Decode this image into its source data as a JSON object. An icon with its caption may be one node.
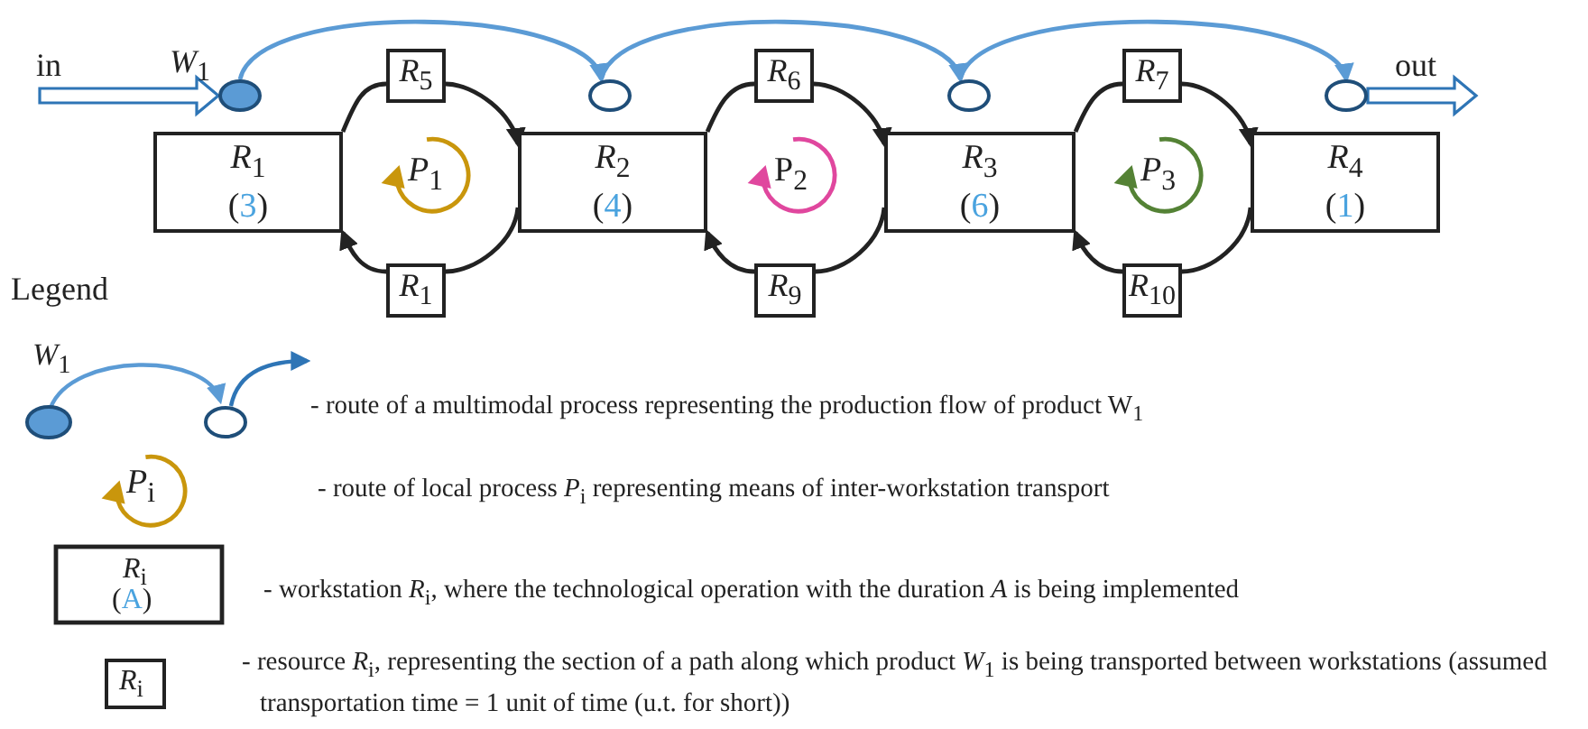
{
  "diagram": {
    "nodes": [
      {
        "text": [],
        "shape": "circle",
        "beside": [
          "*W*$_{1}$"
        ]
      },
      {
        "text": [
          "*R*$_{5}$"
        ]
      },
      {
        "text": [],
        "shape": "circle"
      },
      {
        "text": [
          "*R*$_{6}$"
        ]
      },
      {
        "text": [],
        "shape": "circle"
      },
      {
        "text": [
          "*R*$_{7}$"
        ]
      },
      {
        "text": [],
        "shape": "circle"
      },
      {
        "text": [
          "*R*$_{1}$",
          "(3)"
        ]
      },
      {
        "text": [
          "*R*$_{2}$",
          "(4)"
        ]
      },
      {
        "text": [
          "*R*$_{3}$",
          "(6)"
        ]
      },
      {
        "text": [
          "*R*$_{4}$",
          "(1)"
        ]
      },
      {
        "text": [
          "*R*$_{1}$"
        ]
      },
      {
        "text": [
          "*R*$_{9}$"
        ]
      },
      {
        "text": [
          "*R*$_{10}$"
        ]
      }
    ],
    "edges": [
      {
        "from": 0,
        "to": 2,
        "arrow": "to",
        "color": "#5b9bd5"
      },
      {
        "from": 2,
        "to": 4,
        "arrow": "to",
        "color": "#5b9bd5"
      },
      {
        "from": 4,
        "to": 6,
        "arrow": "to",
        "color": "#5b9bd5"
      },
      {
        "from": 7,
        "to": 1,
        "arrow": "none"
      },
      {
        "from": 1,
        "to": 8,
        "arrow": "to"
      },
      {
        "from": 8,
        "to": 11,
        "arrow": "none"
      },
      {
        "from": 11,
        "to": 7,
        "arrow": "to"
      },
      {
        "from": 8,
        "to": 3,
        "arrow": "none"
      },
      {
        "from": 3,
        "to": 9,
        "arrow": "to"
      },
      {
        "from": 9,
        "to": 12,
        "arrow": "none"
      },
      {
        "from": 12,
        "to": 8,
        "arrow": "to"
      },
      {
        "from": 9,
        "to": 5,
        "arrow": "none"
      },
      {
        "from": 5,
        "to": 10,
        "arrow": "to"
      },
      {
        "from": 10,
        "to": 13,
        "arrow": "none"
      },
      {
        "from": 13,
        "to": 9,
        "arrow": "to"
      },
      {
        "from": null,
        "to": 0,
        "arrow": "to",
        "style": "thick",
        "color": "#2e75b6"
      },
      {
        "from": 6,
        "to": null,
        "arrow": "to",
        "style": "thick",
        "color": "#2e75b6"
      }
    ],
    "labels": [
      "in",
      "out",
      "*P*$_{1}$",
      "P$_{2}$",
      "*P*$_{3}$",
      "Legend",
      "*W*$_{1}$",
      "*P*$_{i}$",
      "*R*$_{i}$",
      "(A)",
      "*R*$_{i}$"
    ],
    "legend": [
      {
        "text": "- route of a multimodal process representing the production flow of product W$_{1}$"
      },
      {
        "text": "- route of local process *P*$_{i}$ representing means of inter-workstation transport"
      },
      {
        "text": "- workstation *R*$_{i}$, where the technological operation with the duration *A* is being implemented"
      },
      {
        "text": "- resource *R*$_{i}$, representing the section of a path along which product *W*$_{1}$ is being transported between workstations (assumed transportation time = 1 unit of time (u.t. for short))"
      }
    ]
  }
}
